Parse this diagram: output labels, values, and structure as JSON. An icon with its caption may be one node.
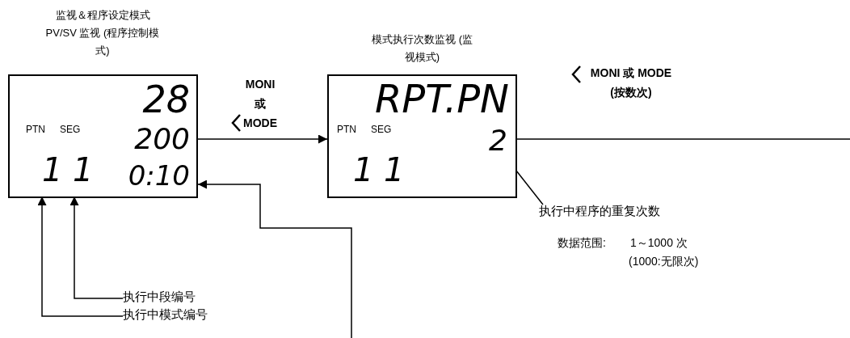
{
  "diagram": {
    "nodes": [
      {
        "text": [
          "监视＆程序设定模式 PV/SV 监视 (程序控制模式)",
          "28",
          "200",
          "0:10"
        ]
      },
      {
        "text": [
          "PTN",
          "1"
        ],
        "in": 0
      },
      {
        "text": [
          "SEG",
          "1"
        ],
        "in": 0
      },
      {
        "text": [
          "模式执行次数监视 (监视模式)",
          "RPT.PN"
        ]
      },
      {
        "text": [
          "PTN",
          "1"
        ],
        "in": 3
      },
      {
        "text": [
          "SEG",
          "1"
        ],
        "in": 3
      },
      {
        "text": [
          "2"
        ],
        "in": 3
      },
      {
        "text": [
          "执行中程序的重复次数"
        ]
      },
      {
        "text": [
          "执行中段编号"
        ]
      },
      {
        "text": [
          "执行中模式编号"
        ]
      }
    ],
    "edges": [
      {
        "from": 0,
        "to": 3,
        "arrow": "to",
        "label": "MONI 或 MODE"
      },
      {
        "from": 3,
        "to": null,
        "arrow": "none",
        "label": "MONI 或 MODE (按数次)"
      },
      {
        "from": null,
        "to": 0,
        "arrow": "to"
      },
      {
        "from": 7,
        "to": 6,
        "arrow": "to"
      },
      {
        "from": 8,
        "to": 2,
        "arrow": "to"
      },
      {
        "from": 9,
        "to": 1,
        "arrow": "to"
      }
    ],
    "labels": [
      "数据范围:",
      "1～1000 次",
      "(1000:无限次)"
    ]
  }
}
